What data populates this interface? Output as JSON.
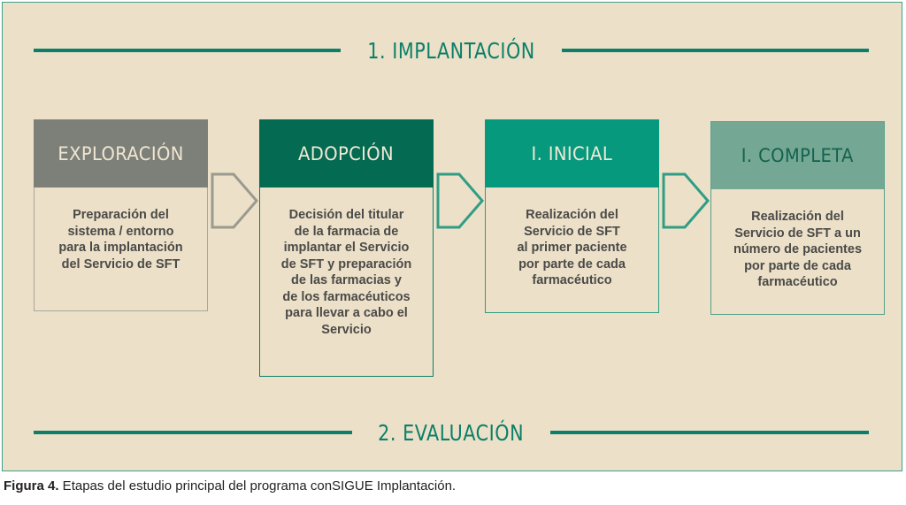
{
  "figure": {
    "panel_background": "#ece0c8",
    "panel_border_color": "#3fa189",
    "accent_color": "#0b7f68",
    "caption_label": "Figura 4.",
    "caption_text": " Etapas del estudio principal del programa conSIGUE Implantación."
  },
  "bands": {
    "top": {
      "title": "1. IMPLANTACIÓN"
    },
    "bottom": {
      "title": "2. EVALUACIÓN"
    }
  },
  "stages": [
    {
      "header": "EXPLORACIÓN",
      "body": "Preparación del\nsistema / entorno\npara la implantación\ndel Servicio de SFT",
      "header_bg": "#7d8079",
      "header_text_color": "#efe6d2",
      "border_color": "#a8a79c"
    },
    {
      "header": "ADOPCIÓN",
      "body": "Decisión del titular\nde la farmacia de\nimplantar el Servicio\nde SFT y preparación\nde las farmacias y\nde los farmacéuticos\npara llevar a cabo el\nServicio",
      "header_bg": "#046a51",
      "header_text_color": "#f0e9d6",
      "border_color": "#0b7f68"
    },
    {
      "header": "I. INICIAL",
      "body": "Realización del\nServicio de SFT\nal primer paciente\npor parte de cada\nfarmacéutico",
      "header_bg": "#06997d",
      "header_text_color": "#f0e9d6",
      "border_color": "#2f9d85"
    },
    {
      "header": "I. COMPLETA",
      "body": "Realización del\nServicio de SFT a un\nnúmero de pacientes\npor parte de cada\nfarmacéutico",
      "header_bg": "#74a894",
      "header_text_color": "#14624f",
      "border_color": "#56a18c"
    }
  ],
  "arrows": [
    {
      "name": "arrow-exploracion-to-adopcion",
      "color": "#9a9a90"
    },
    {
      "name": "arrow-adopcion-to-inicial",
      "color": "#2f9d85"
    },
    {
      "name": "arrow-inicial-to-completa",
      "color": "#2f9d85"
    }
  ]
}
